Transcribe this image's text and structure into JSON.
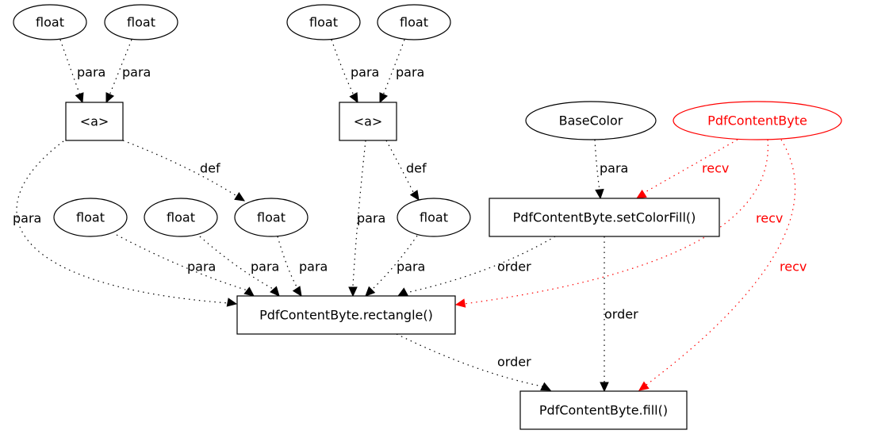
{
  "colors": {
    "default": "#000000",
    "receiver": "#ff0000"
  },
  "nodes": [
    {
      "id": "f1",
      "label": "float",
      "shape": "ellipse"
    },
    {
      "id": "f2",
      "label": "float",
      "shape": "ellipse"
    },
    {
      "id": "f3",
      "label": "float",
      "shape": "ellipse"
    },
    {
      "id": "f4",
      "label": "float",
      "shape": "ellipse"
    },
    {
      "id": "a1",
      "label": "<a>",
      "shape": "box"
    },
    {
      "id": "a2",
      "label": "<a>",
      "shape": "box"
    },
    {
      "id": "basecolor",
      "label": "BaseColor",
      "shape": "ellipse"
    },
    {
      "id": "pcb",
      "label": "PdfContentByte",
      "shape": "ellipse",
      "color": "red"
    },
    {
      "id": "f5",
      "label": "float",
      "shape": "ellipse"
    },
    {
      "id": "f6",
      "label": "float",
      "shape": "ellipse"
    },
    {
      "id": "f7",
      "label": "float",
      "shape": "ellipse"
    },
    {
      "id": "f8",
      "label": "float",
      "shape": "ellipse"
    },
    {
      "id": "setcolor",
      "label": "PdfContentByte.setColorFill()",
      "shape": "box"
    },
    {
      "id": "rect",
      "label": "PdfContentByte.rectangle()",
      "shape": "box"
    },
    {
      "id": "fill",
      "label": "PdfContentByte.fill()",
      "shape": "box"
    }
  ],
  "edges": [
    {
      "from": "f1",
      "to": "a1",
      "label": "para"
    },
    {
      "from": "f2",
      "to": "a1",
      "label": "para"
    },
    {
      "from": "f3",
      "to": "a2",
      "label": "para"
    },
    {
      "from": "f4",
      "to": "a2",
      "label": "para"
    },
    {
      "from": "a1",
      "to": "f7",
      "label": "def"
    },
    {
      "from": "a2",
      "to": "f8",
      "label": "def"
    },
    {
      "from": "a1",
      "to": "rect",
      "label": "para"
    },
    {
      "from": "a2",
      "to": "rect",
      "label": "para"
    },
    {
      "from": "basecolor",
      "to": "setcolor",
      "label": "para"
    },
    {
      "from": "pcb",
      "to": "setcolor",
      "label": "recv",
      "color": "red"
    },
    {
      "from": "pcb",
      "to": "rect",
      "label": "recv",
      "color": "red"
    },
    {
      "from": "pcb",
      "to": "fill",
      "label": "recv",
      "color": "red"
    },
    {
      "from": "f5",
      "to": "rect",
      "label": "para"
    },
    {
      "from": "f6",
      "to": "rect",
      "label": "para"
    },
    {
      "from": "f7",
      "to": "rect",
      "label": "para"
    },
    {
      "from": "f8",
      "to": "rect",
      "label": "para"
    },
    {
      "from": "setcolor",
      "to": "rect",
      "label": "order"
    },
    {
      "from": "setcolor",
      "to": "fill",
      "label": "order"
    },
    {
      "from": "rect",
      "to": "fill",
      "label": "order"
    }
  ]
}
